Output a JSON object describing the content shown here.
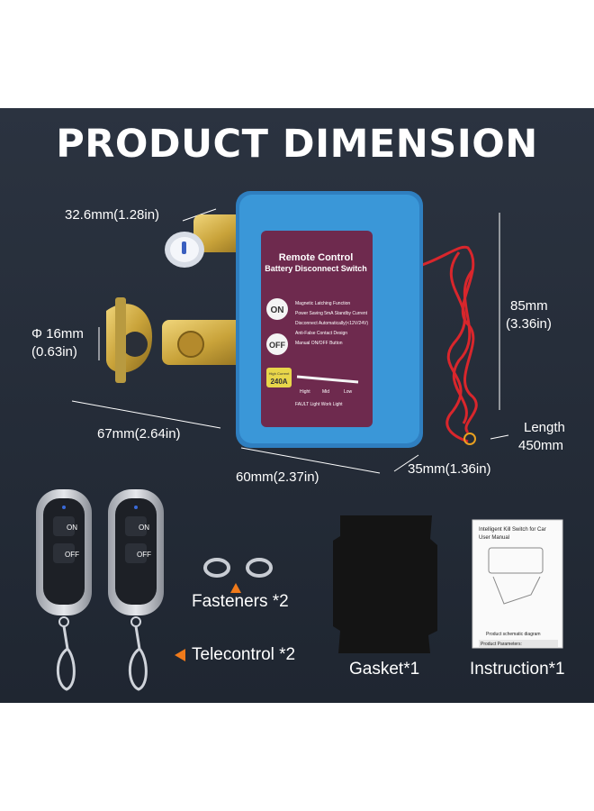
{
  "title": "PRODUCT DIMENSION",
  "device": {
    "header_line1": "Remote Control",
    "header_line2": "Battery Disconnect Switch",
    "on_label": "ON",
    "off_label": "OFF",
    "features": [
      "Magnetic Latching Function",
      "Power Saving 5mA Standby Current",
      "Disconnect Automatically(<12V/24V)",
      "Anti-False Contact Design",
      "Manual ON/OFF Button"
    ],
    "current_label": "High Current",
    "current_value": "240A",
    "scale_labels": [
      "Hight",
      "Mid",
      "Low"
    ],
    "status_text": "FAULT Light  Work Light"
  },
  "dimensions": {
    "terminal_width": "32.6mm(1.28in)",
    "clamp_diameter_1": "Φ 16mm",
    "clamp_diameter_2": "(0.63in)",
    "height_1": "85mm",
    "height_2": "(3.36in)",
    "clamp_length": "67mm(2.64in)",
    "body_length": "60mm(2.37in)",
    "depth": "35mm(1.36in)",
    "wire_length_1": "Length",
    "wire_length_2": "450mm"
  },
  "remote": {
    "on_label": "ON",
    "off_label": "OFF"
  },
  "accessories": {
    "fasteners": "Fasteners *2",
    "telecontrol": "Telecontrol *2",
    "gasket": "Gasket*1",
    "instruction": "Instruction*1"
  },
  "manual": {
    "title_line1": "Intelligent Kill Switch for Car",
    "title_line2": "User Manual",
    "diagram_label": "Product schematic diagram",
    "params_label": "Product Parameters:"
  },
  "colors": {
    "panel_bg": "#252d39",
    "device_blue": "#3a97d8",
    "label_purple": "#6e2a4e",
    "wire_red": "#d9262c",
    "brass": "#c9a33a",
    "accent_orange": "#f07a1a"
  }
}
